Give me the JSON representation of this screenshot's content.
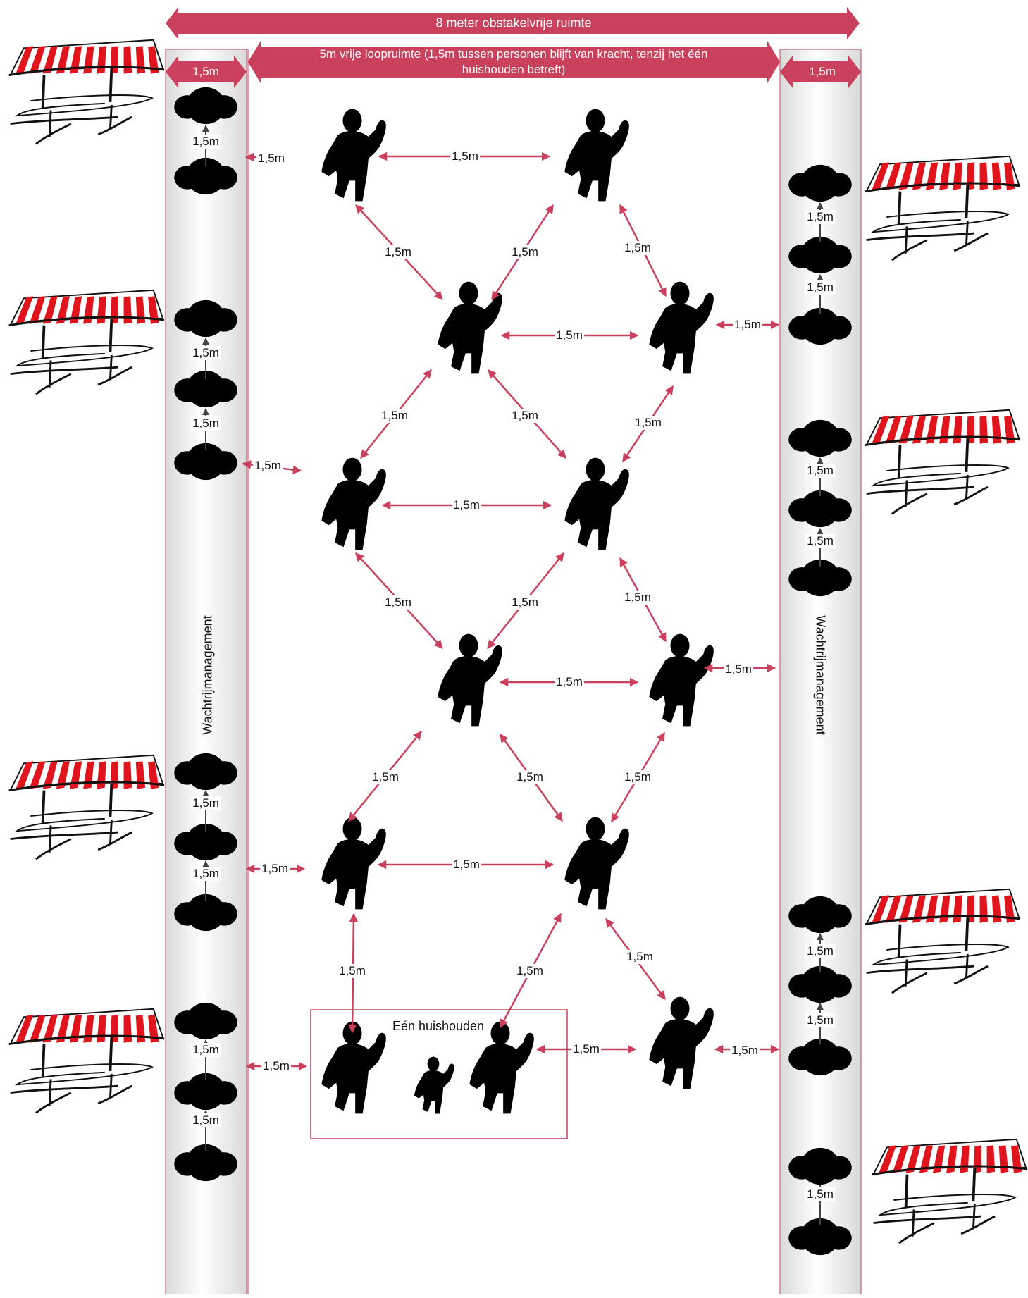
{
  "colors": {
    "accent": "#c9415c",
    "lane_fill": "#ececec",
    "figure": "#000000",
    "awning_red": "#e0141c"
  },
  "top_bar": {
    "label": "8 meter obstakelvrije ruimte"
  },
  "middle_bar": {
    "label": "5m vrije loopruimte (1,5m tussen personen blijft van kracht, tenzij het één huishouden betreft)"
  },
  "left_width_label": "1,5m",
  "right_width_label": "1,5m",
  "left_lane_title": "Wachtrijmanagement",
  "right_lane_title": "Wachtrijmanagement",
  "household_label": "Eén huishouden",
  "distance_label": "1,5m",
  "icons": {
    "stall": "market-stall-icon",
    "walker": "walking-person-icon",
    "queue": "queue-person-icon"
  }
}
